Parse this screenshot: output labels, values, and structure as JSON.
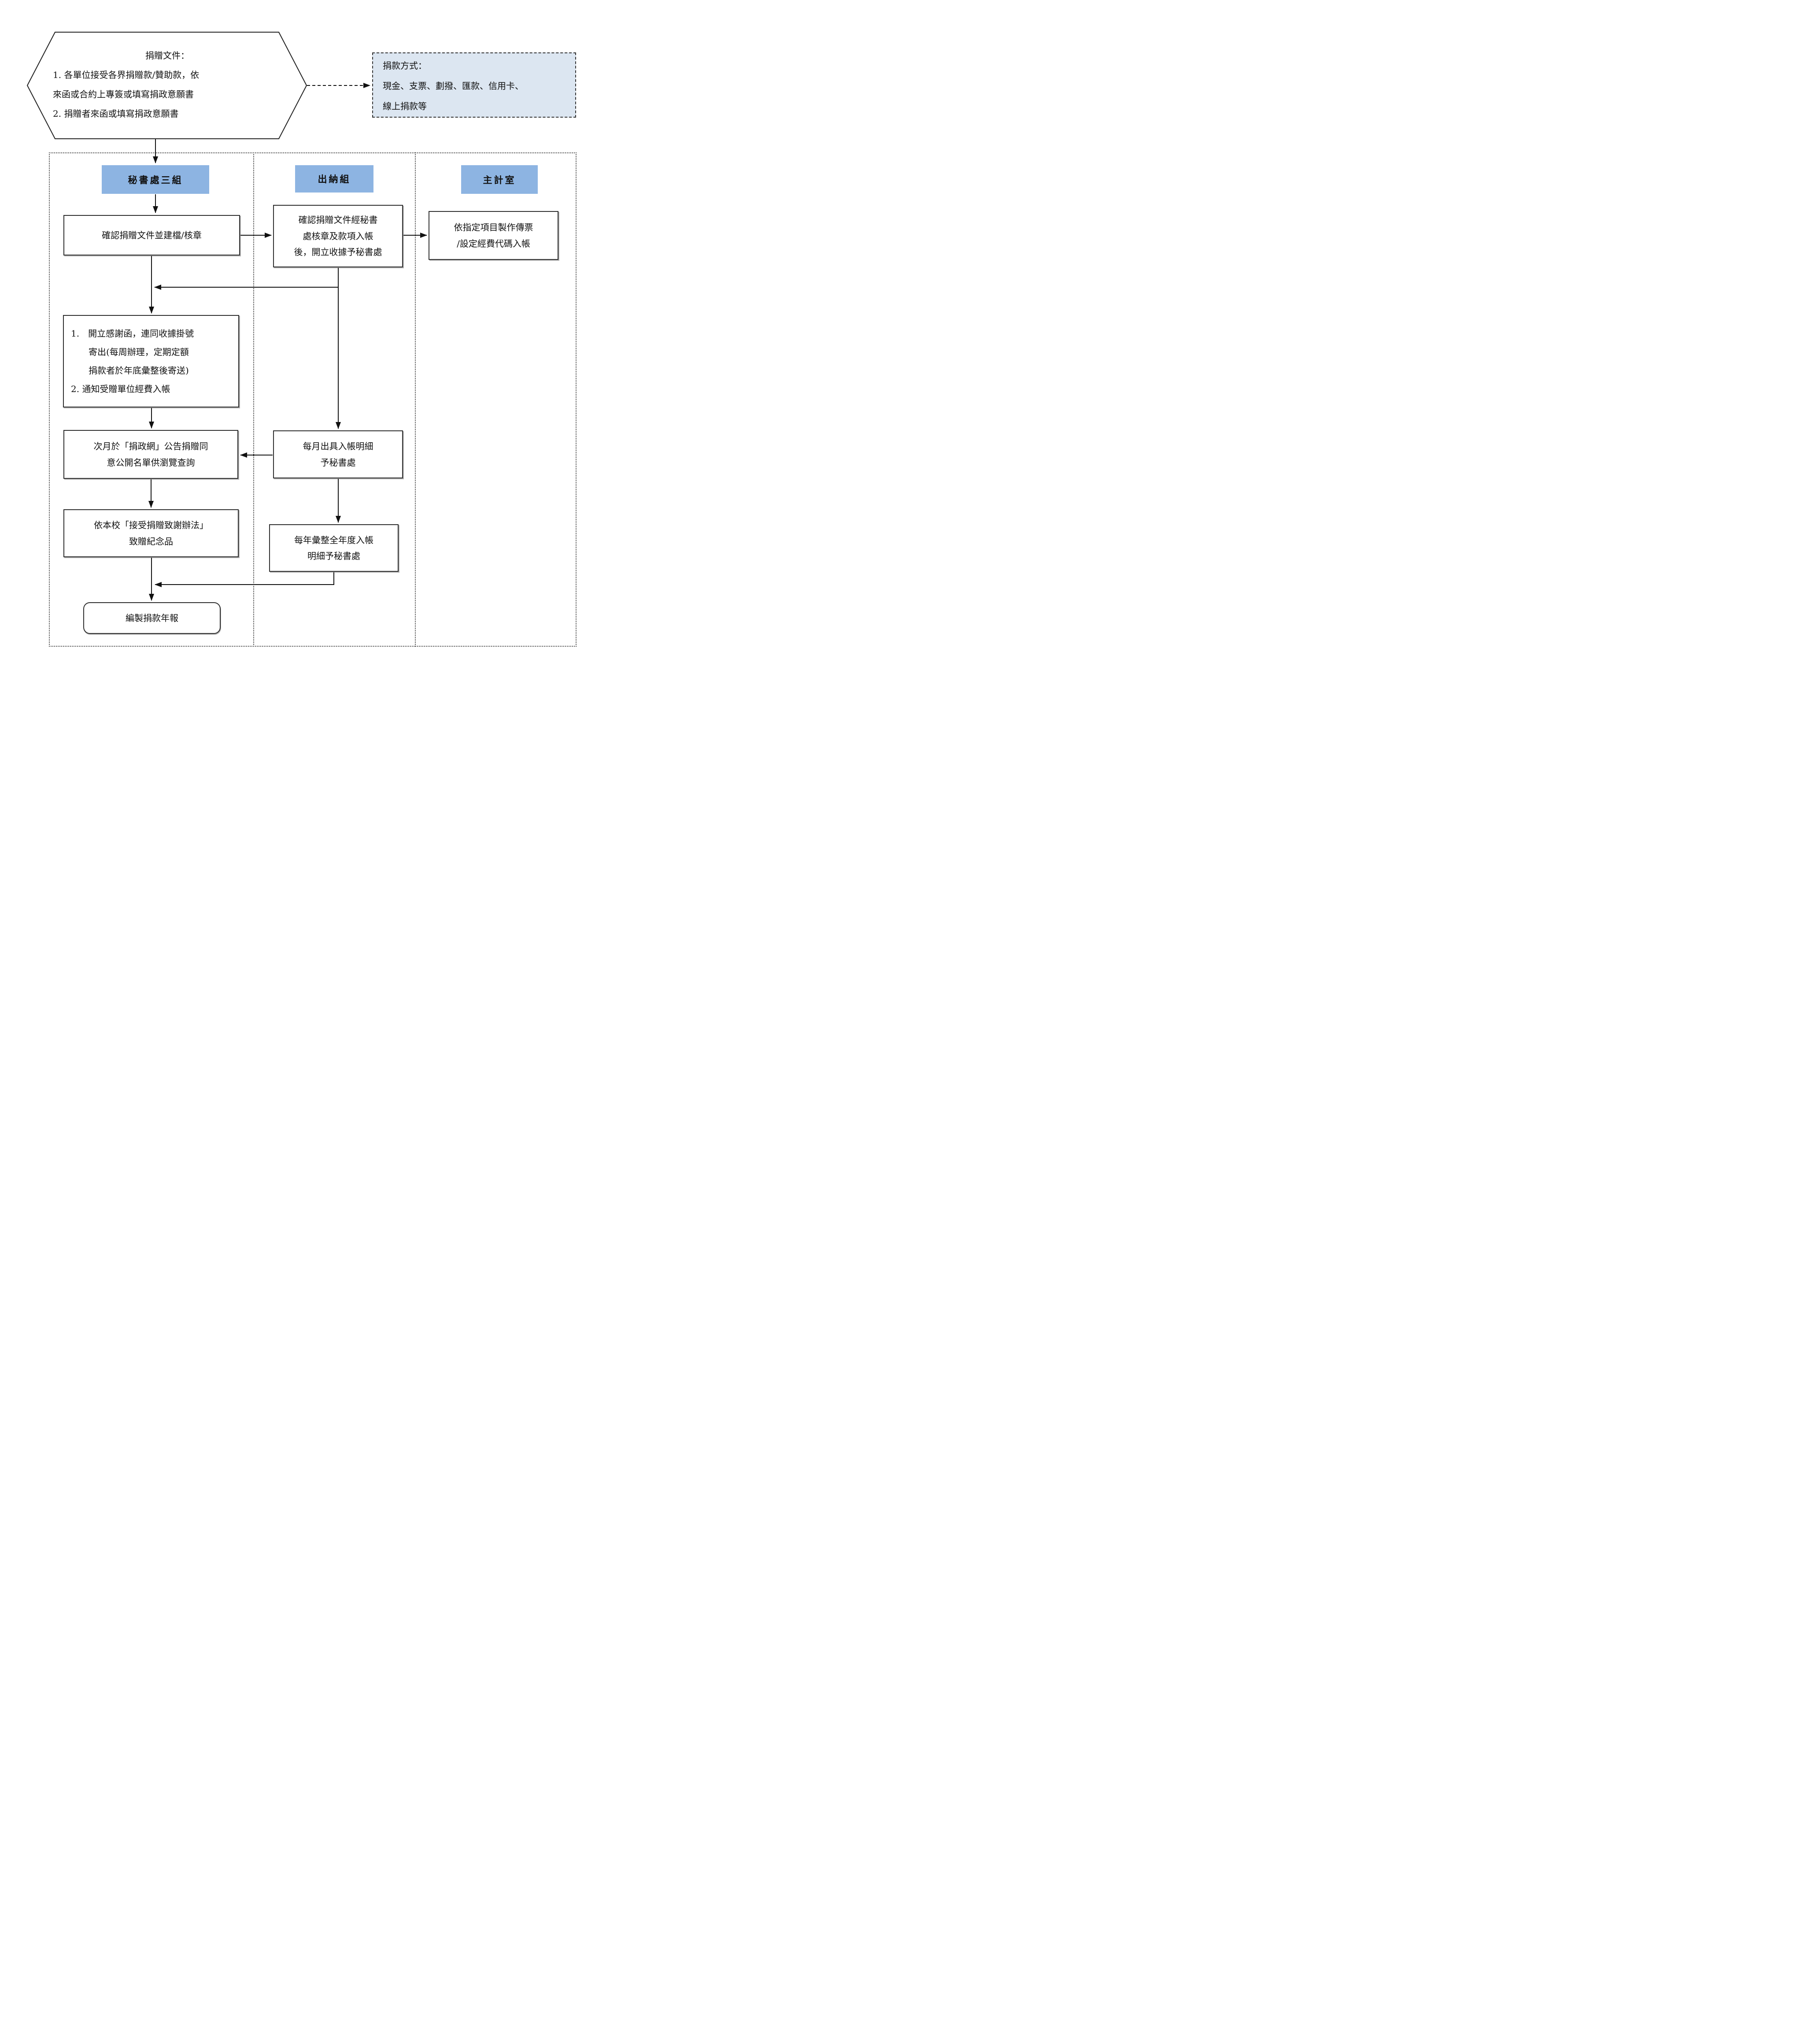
{
  "diagram": {
    "title_node": {
      "title": "捐贈文件：",
      "body": "1. 各單位接受各界捐贈款/贊助款，依\n來函或合約上專簽或填寫捐政意願書\n2. 捐贈者來函或填寫捐政意願書"
    },
    "donation_methods_note": "捐款方式：\n現金、支票、劃撥、匯款、信用卡、\n線上捐款等",
    "columns": [
      {
        "id": "secretariat",
        "header": "秘書處三組"
      },
      {
        "id": "cashier",
        "header": "出納組"
      },
      {
        "id": "accounting",
        "header": "主計室"
      }
    ],
    "nodes": {
      "confirm_file": "確認捐贈文件並建檔/核章",
      "cashier_receipt": "確認捐贈文件經秘書\n處核章及款項入帳\n後，開立收據予秘書處",
      "accounting_voucher": "依指定項目製作傳票\n/設定經費代碼入帳",
      "thanks_letter": "1.　開立感謝函，連同收據掛號\n　　寄出(每周辦理，定期定額\n　　捐款者於年底彙整後寄送)\n2. 通知受贈單位經費入帳",
      "publish_web": "次月於「捐政網」公告捐贈同\n意公開名單供瀏覽查詢",
      "souvenir": "依本校「接受捐贈致謝辦法」\n致贈紀念品",
      "monthly_detail": "每月出具入帳明細\n予秘書處",
      "yearly_detail": "每年彙整全年度入帳\n明細予秘書處",
      "annual_report": "編製捐款年報"
    },
    "colors": {
      "header_fill": "#8db4e2",
      "note_fill": "#dce6f1",
      "box_border": "#2f2f2f",
      "line_color": "#111111"
    }
  }
}
